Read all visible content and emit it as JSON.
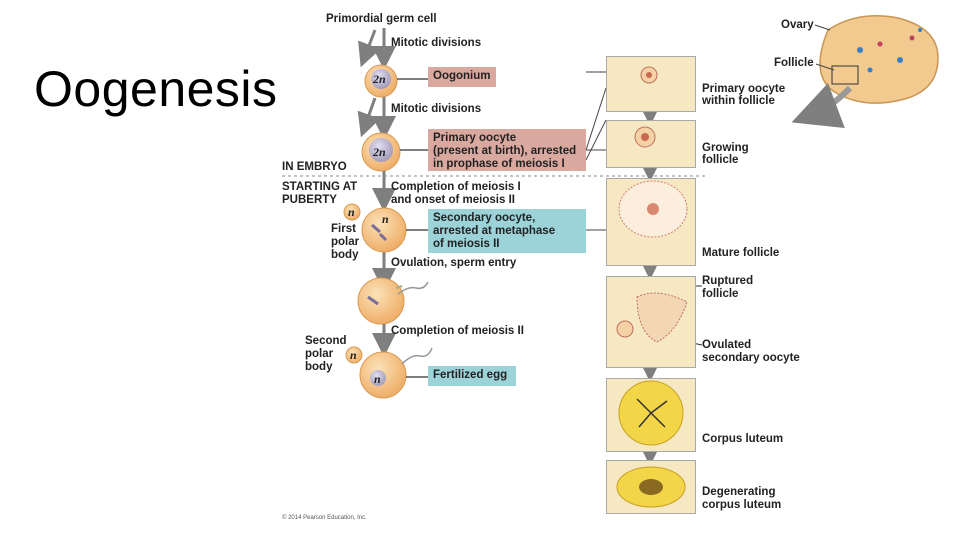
{
  "slide": {
    "title": "Oogenesis"
  },
  "stages": {
    "primordial": "Primordial germ cell",
    "mitotic1": "Mitotic divisions",
    "oogonium": "Oogonium",
    "mitotic2": "Mitotic divisions",
    "primary_oocyte": [
      "Primary oocyte",
      "(present at birth), arrested",
      "in prophase of meiosis I"
    ],
    "meiosis_onset": [
      "Completion of meiosis I",
      "and onset of meiosis II"
    ],
    "secondary_oocyte": [
      "Secondary oocyte,",
      "arrested at metaphase",
      "of meiosis II"
    ],
    "ovulation": "Ovulation, sperm entry",
    "completion_meiosis2": "Completion of meiosis II",
    "fertilized_egg": "Fertilized egg"
  },
  "ploidy": {
    "diploid": "2n",
    "haploid": "n"
  },
  "phases": {
    "embryo": "IN EMBRYO",
    "puberty": [
      "STARTING AT",
      "PUBERTY"
    ]
  },
  "polar_bodies": {
    "first": [
      "First",
      "polar",
      "body"
    ],
    "second": [
      "Second",
      "polar",
      "body"
    ]
  },
  "follicle_labels": {
    "ovary": "Ovary",
    "follicle": "Follicle",
    "primary": [
      "Primary oocyte",
      "within follicle"
    ],
    "growing": [
      "Growing",
      "follicle"
    ],
    "mature": "Mature follicle",
    "ruptured": [
      "Ruptured",
      "follicle"
    ],
    "ovulated": [
      "Ovulated",
      "secondary oocyte"
    ],
    "corpus_luteum": "Corpus luteum",
    "degenerating": [
      "Degenerating",
      "corpus luteum"
    ]
  },
  "copyright": "© 2014 Pearson Education, Inc.",
  "colors": {
    "cell_fill": "#f4c48a",
    "cell_edge": "#d89a52",
    "nucleus": "#b8b2c8",
    "box_pink": "#d9a9a0",
    "box_teal": "#9bd3d9",
    "tissue": "#f7e8c4",
    "arrow": "#7f7f7f"
  }
}
